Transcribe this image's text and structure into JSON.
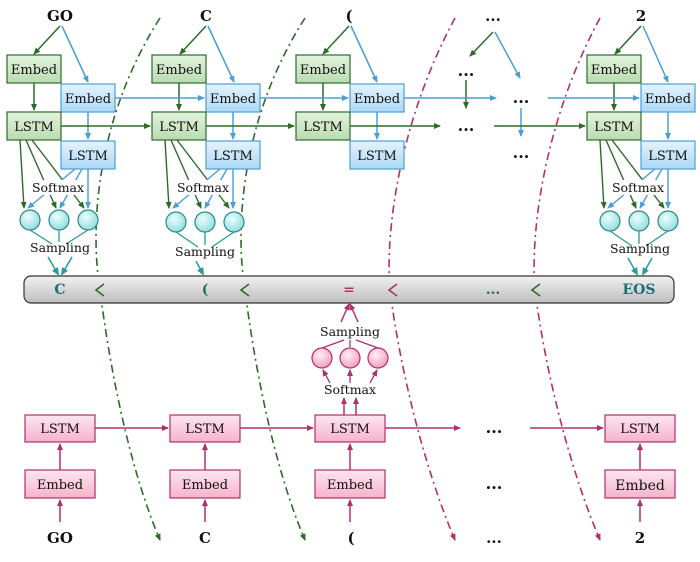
{
  "top_tokens": [
    "GO",
    "C",
    "(",
    "...",
    "2"
  ],
  "bottom_tokens": [
    "GO",
    "C",
    "(",
    "...",
    "2"
  ],
  "bar_tokens": [
    "C",
    "(",
    "=",
    "...",
    "EOS"
  ],
  "labels": {
    "embed": "Embed",
    "lstm": "LSTM",
    "softmax": "Softmax",
    "sampling": "Sampling",
    "ellipsis": "..."
  },
  "colors": {
    "green_fill": "#cfe8c8",
    "green_stroke": "#2e6b2a",
    "blue_fill": "#c9e6f7",
    "blue_stroke": "#4a9fd6",
    "pink_fill": "#fbd0e0",
    "pink_stroke": "#b0306b",
    "cyan_circle": "#bff0ef",
    "bar_fill": "#d9d9d9"
  }
}
